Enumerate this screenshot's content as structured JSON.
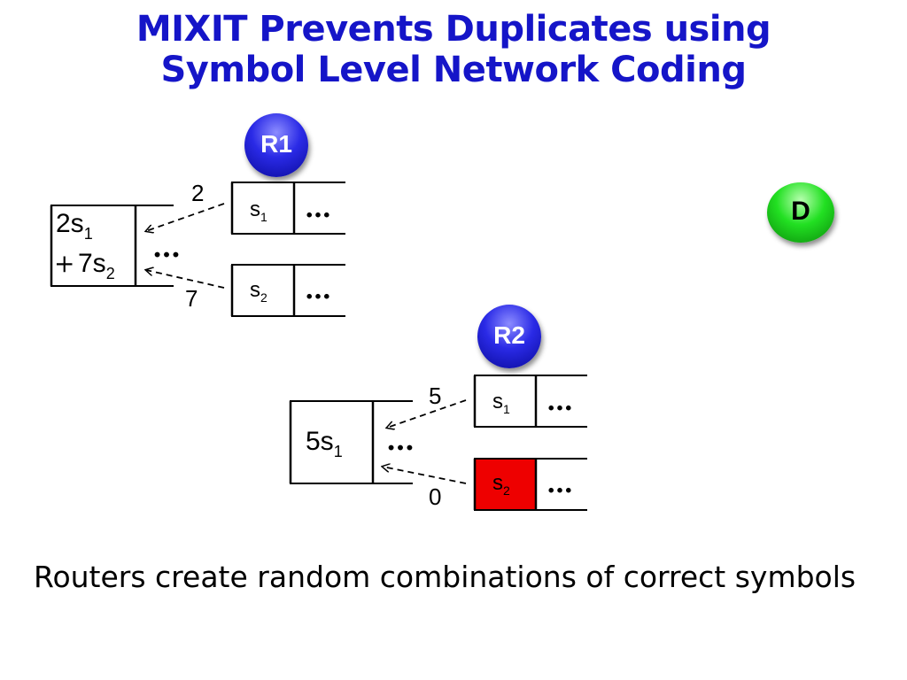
{
  "title": {
    "line1": "MIXIT Prevents Duplicates using",
    "line2": "Symbol Level Network Coding"
  },
  "nodes": {
    "r1": "R1",
    "r2": "R2",
    "d": "D"
  },
  "r1": {
    "combo_line1_coef": "2s",
    "combo_line1_sub": "1",
    "combo_line2_op": "+",
    "combo_line2_coef": "7s",
    "combo_line2_sub": "2",
    "combo_dots": "…",
    "coef_top": "2",
    "coef_bottom": "7",
    "packet1": {
      "sym": "s",
      "sub": "1",
      "dots": "…"
    },
    "packet2": {
      "sym": "s",
      "sub": "2",
      "dots": "…"
    }
  },
  "r2": {
    "combo_coef": "5s",
    "combo_sub": "1",
    "combo_dots": "…",
    "coef_top": "5",
    "coef_bottom": "0",
    "packet1": {
      "sym": "s",
      "sub": "1",
      "dots": "…"
    },
    "packet2": {
      "sym": "s",
      "sub": "2",
      "dots": "…"
    }
  },
  "colors": {
    "title": "#1515c8",
    "error_symbol": "#ee0000",
    "router_node": "#2a2ae6",
    "destination_node": "#22e022"
  },
  "caption": "Routers create random combinations of correct symbols"
}
